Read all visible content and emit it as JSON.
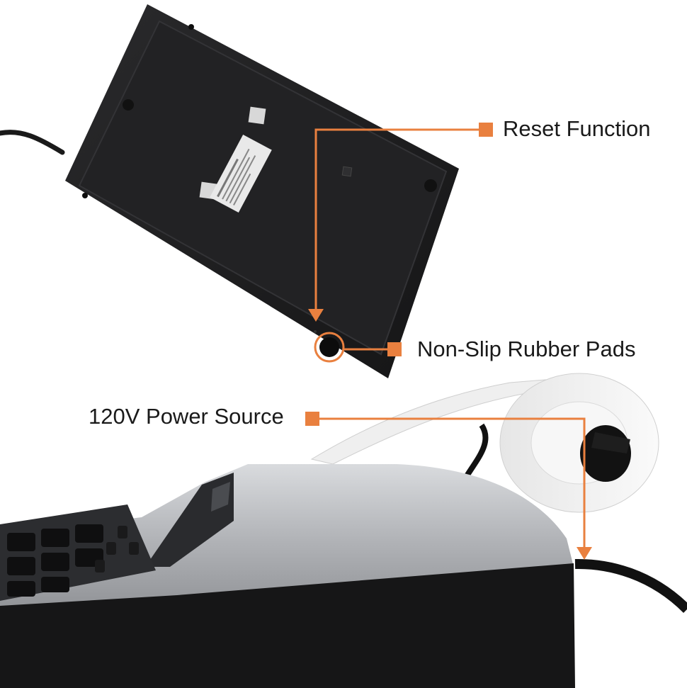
{
  "colors": {
    "accent": "#e9803f",
    "device_body": "#1c1c1e",
    "silver_housing": "#b8babd",
    "paper": "#f2f2f2"
  },
  "callouts": {
    "reset": {
      "label": "Reset Function",
      "icon": "orange-square-marker"
    },
    "pads": {
      "label": "Non-Slip Rubber Pads",
      "icon": "orange-square-marker"
    },
    "power": {
      "label": "120V Power Source",
      "icon": "orange-square-marker"
    }
  }
}
